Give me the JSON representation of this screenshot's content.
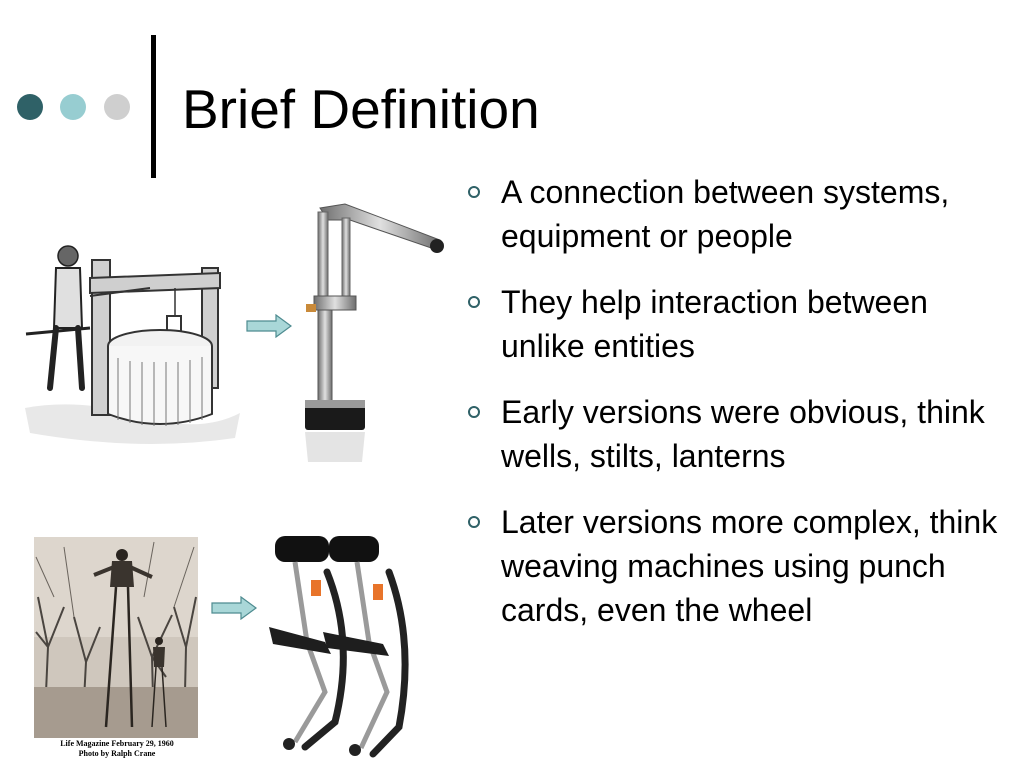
{
  "slide": {
    "title": "Brief Definition",
    "bullets": [
      {
        "text": "A connection between systems, equipment or people"
      },
      {
        "text": "They help interaction between unlike entities"
      },
      {
        "text": "Early versions were obvious, think wells, stilts, lanterns"
      },
      {
        "text": "Later versions more complex, think weaving machines using punch cards, even the wheel"
      }
    ],
    "photo_caption_line1": "Life Magazine February 29, 1960",
    "photo_caption_line2": "Photo by Ralph Crane"
  },
  "colors": {
    "accent_dark": "#2f6167",
    "accent_light": "#97cdd1",
    "accent_gray": "#cfcfcf",
    "arrow_fill": "#a9d7d8"
  }
}
